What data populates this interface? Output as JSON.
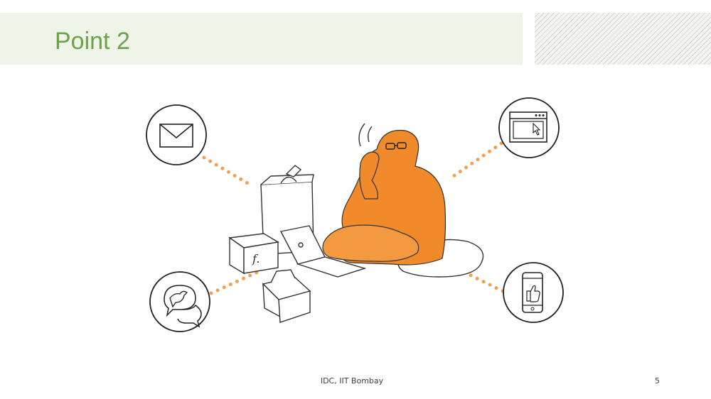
{
  "slide": {
    "title": "Point 2",
    "footer": "IDC, IIT Bombay",
    "page_number": "5"
  },
  "illustration": {
    "subject": "person-with-laptop",
    "icons": [
      "envelope-icon",
      "chat-bird-icon",
      "browser-window-icon",
      "smartphone-thumbs-up-icon"
    ],
    "accent_color": "#f08a2a",
    "connector_color": "#f0a050"
  },
  "colors": {
    "title": "#6ea14a",
    "title_band": "#eef5e8",
    "hatch": "#d4d4cd"
  }
}
